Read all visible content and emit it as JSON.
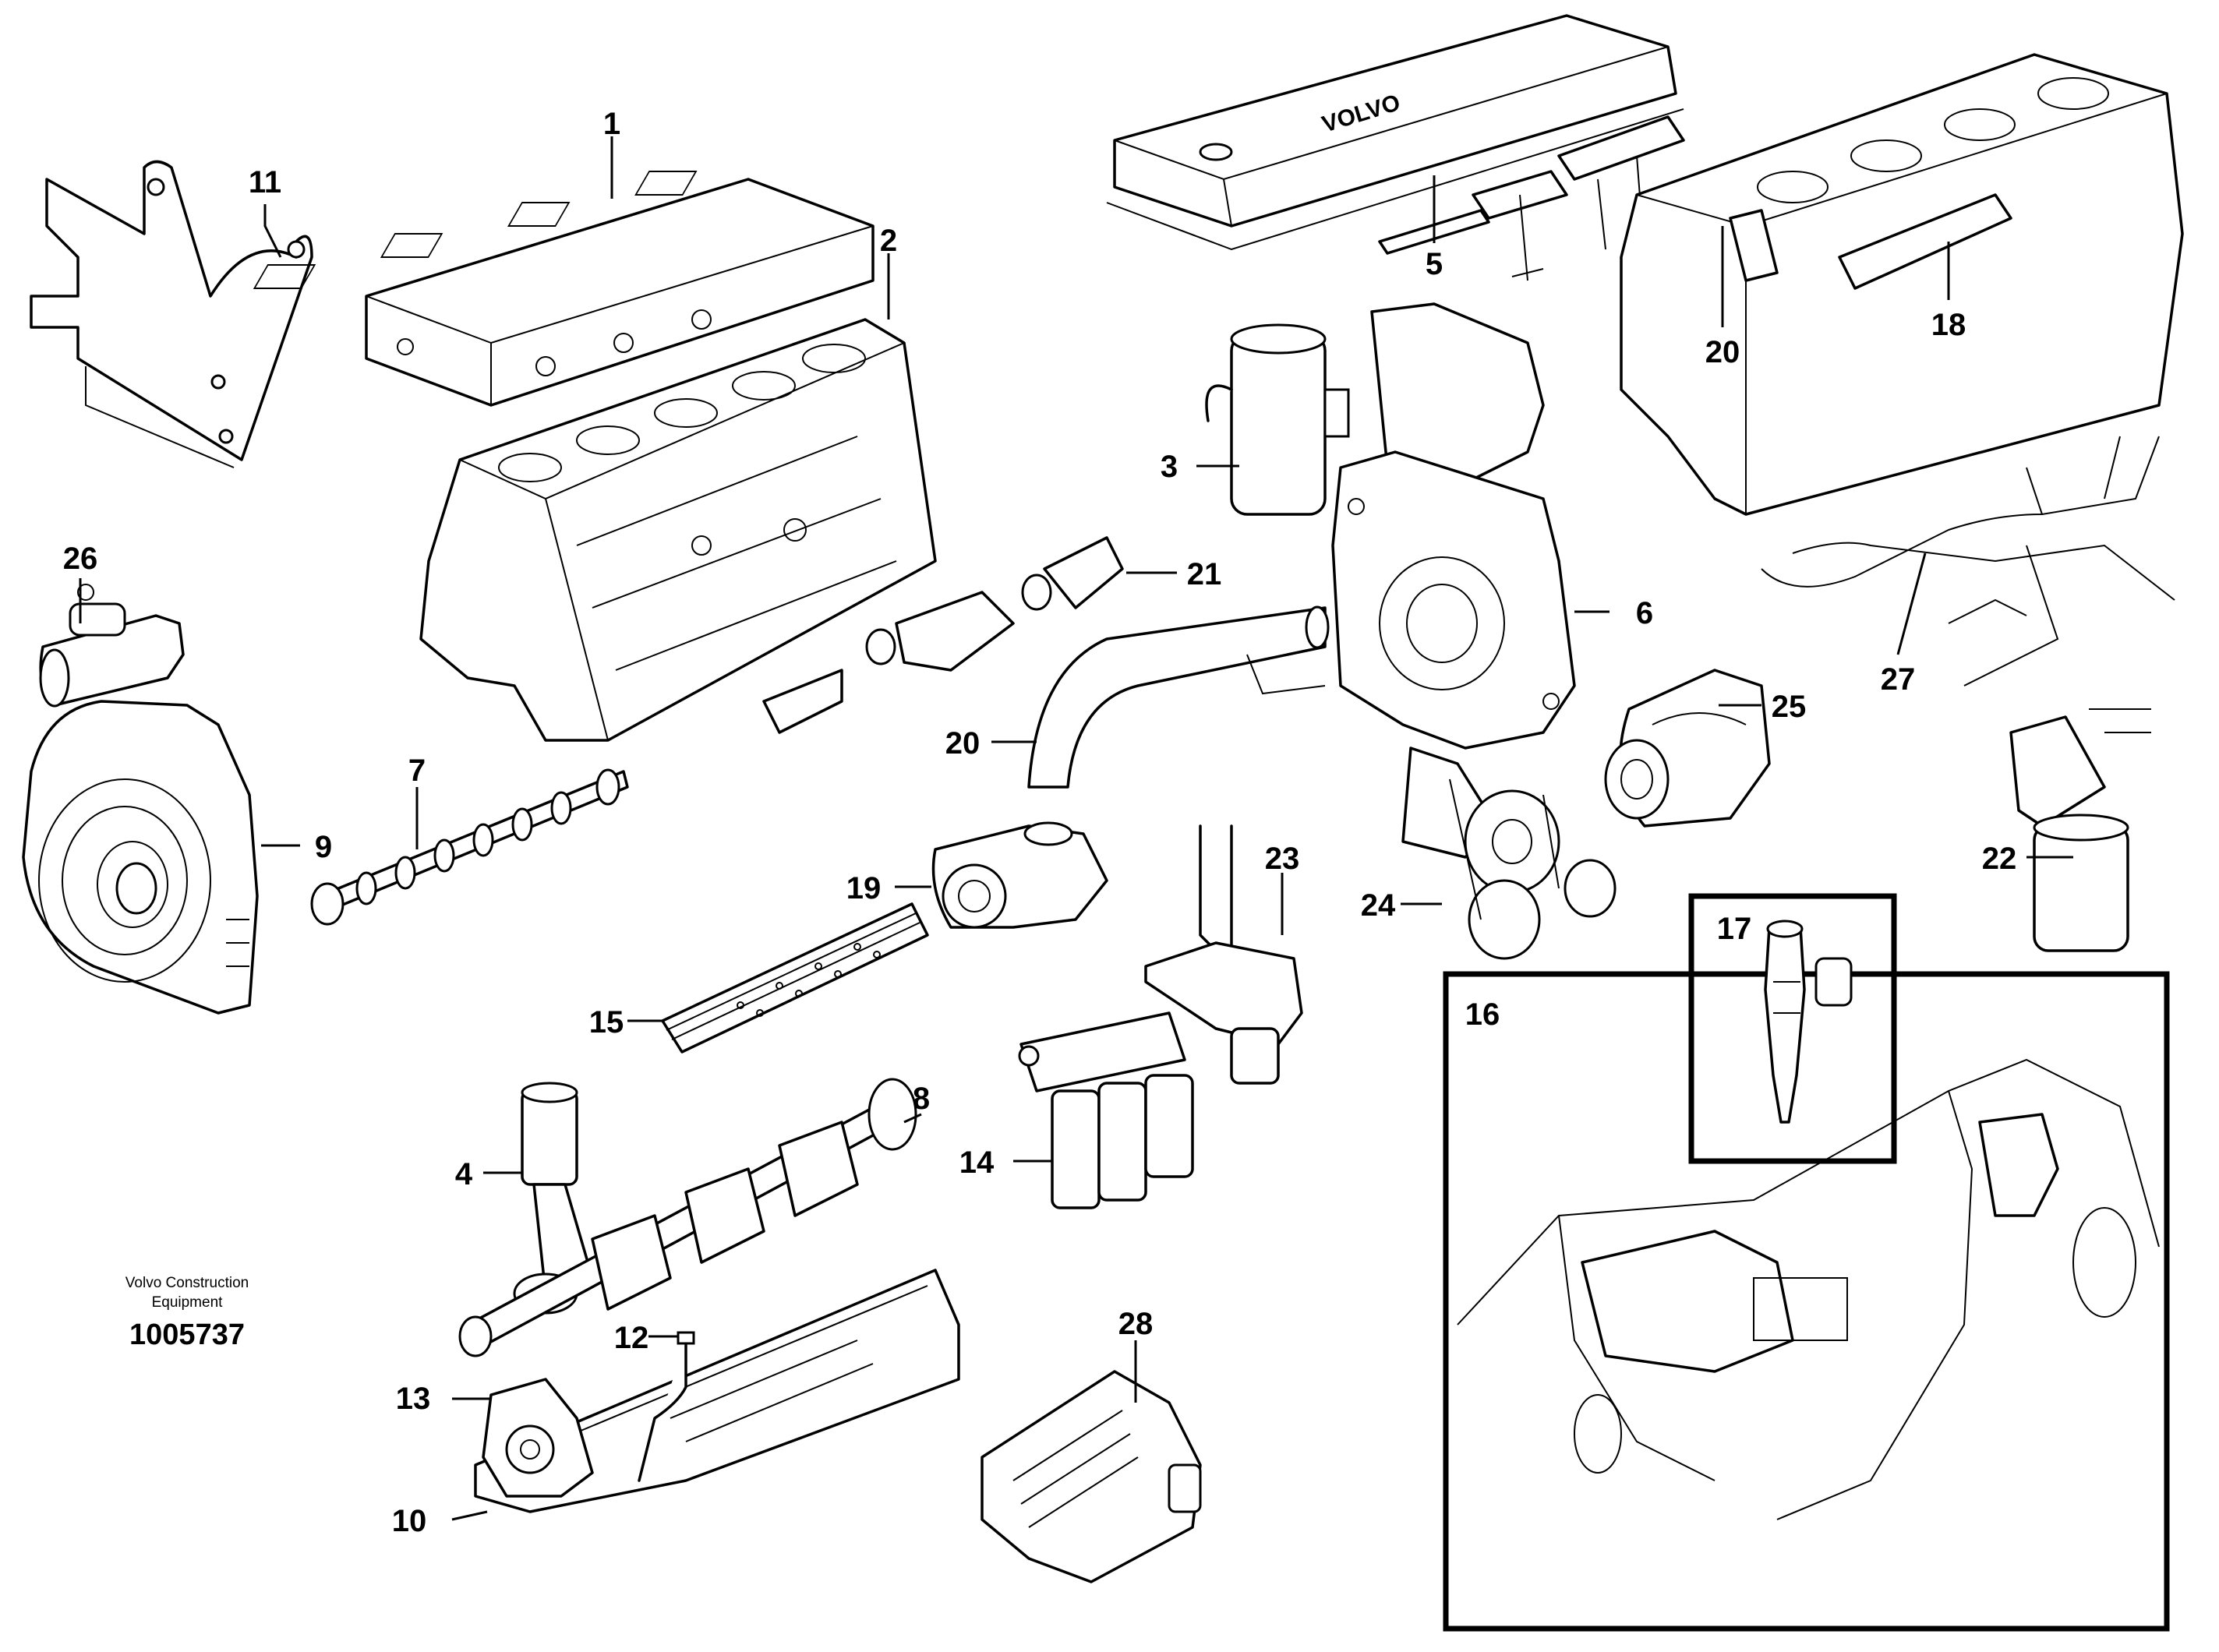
{
  "publisher": {
    "line1": "Volvo Construction",
    "line2": "Equipment"
  },
  "document_number": "1005737",
  "callouts": {
    "c1": "1",
    "c2": "2",
    "c3": "3",
    "c4": "4",
    "c5": "5",
    "c6": "6",
    "c7": "7",
    "c8": "8",
    "c9": "9",
    "c10": "10",
    "c11": "11",
    "c12": "12",
    "c13": "13",
    "c14": "14",
    "c15": "15",
    "c16": "16",
    "c17": "17",
    "c18": "18",
    "c19": "19",
    "c20a": "20",
    "c20b": "20",
    "c21": "21",
    "c22": "22",
    "c23": "23",
    "c24": "24",
    "c25": "25",
    "c26": "26",
    "c27": "27",
    "c28": "28"
  },
  "valve_cover_text": "VOLVO"
}
